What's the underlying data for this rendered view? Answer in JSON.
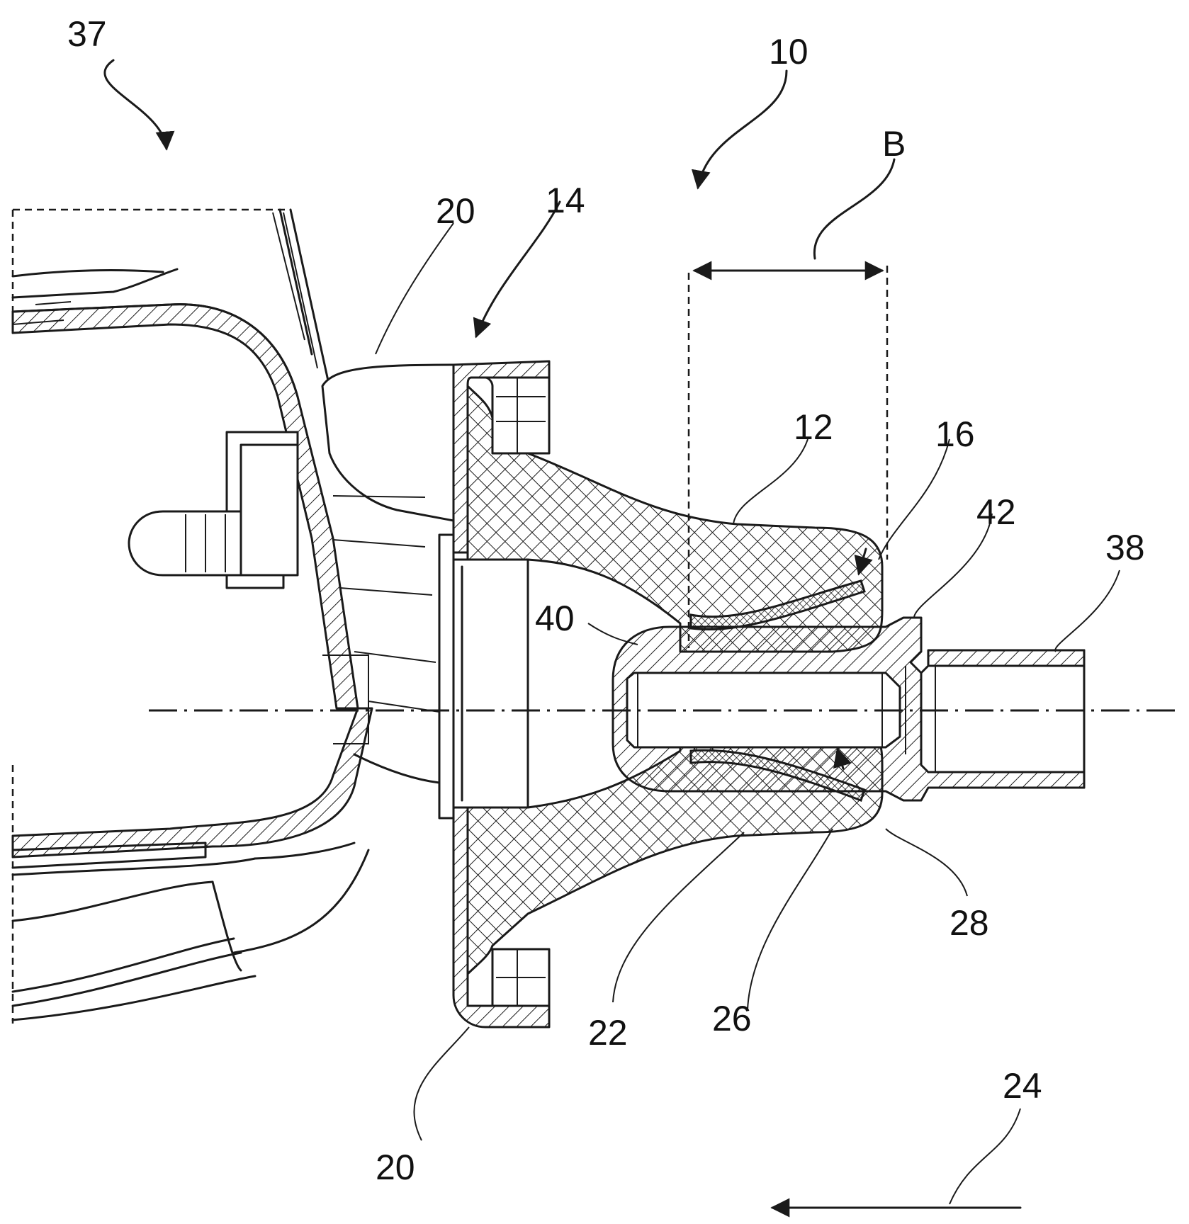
{
  "labels": {
    "l37": "37",
    "l10": "10",
    "lB": "B",
    "l20a": "20",
    "l14": "14",
    "l12": "12",
    "l16": "16",
    "l42": "42",
    "l38": "38",
    "l40": "40",
    "l28": "28",
    "l22": "22",
    "l26": "26",
    "l20b": "20",
    "l24": "24"
  }
}
